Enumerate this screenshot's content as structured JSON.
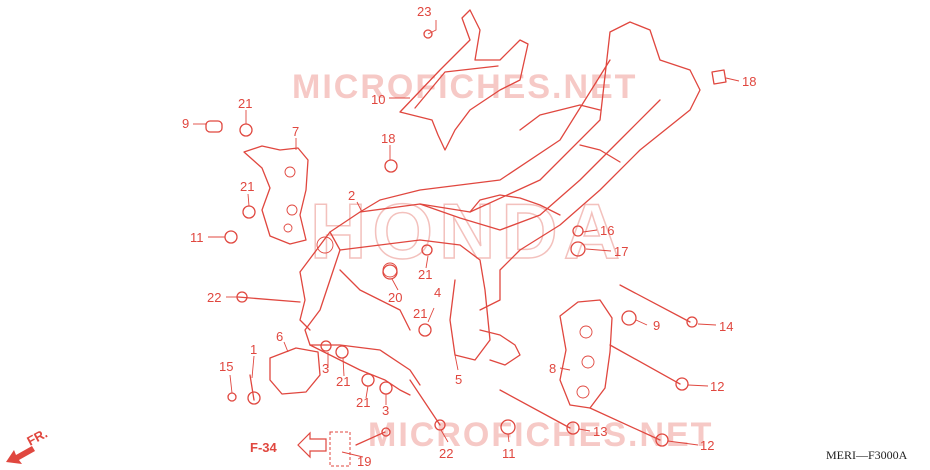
{
  "watermark": {
    "site_top": "MICROFICHES.NET",
    "site_bottom": "MICROFICHES.NET",
    "brand": "HONDA"
  },
  "callouts": {
    "c1": "1",
    "c2": "2",
    "c3a": "3",
    "c3b": "3",
    "c4": "4",
    "c5": "5",
    "c6": "6",
    "c7": "7",
    "c8": "8",
    "c9a": "9",
    "c9b": "9",
    "c10": "10",
    "c11a": "11",
    "c11b": "11",
    "c12a": "12",
    "c12b": "12",
    "c13": "13",
    "c14": "14",
    "c15": "15",
    "c16": "16",
    "c17": "17",
    "c18a": "18",
    "c18b": "18",
    "c19": "19",
    "c20": "20",
    "c21a": "21",
    "c21b": "21",
    "c21c": "21",
    "c21d": "21",
    "c21e": "21",
    "c21f": "21",
    "c22a": "22",
    "c22b": "22",
    "c23": "23"
  },
  "reference": {
    "label": "F-34"
  },
  "direction": {
    "label": "FR."
  },
  "diagram_code": "MERI—F3000A",
  "colors": {
    "line": "#e0473f",
    "watermark": "#f6c9c6",
    "code_text": "#222222"
  }
}
